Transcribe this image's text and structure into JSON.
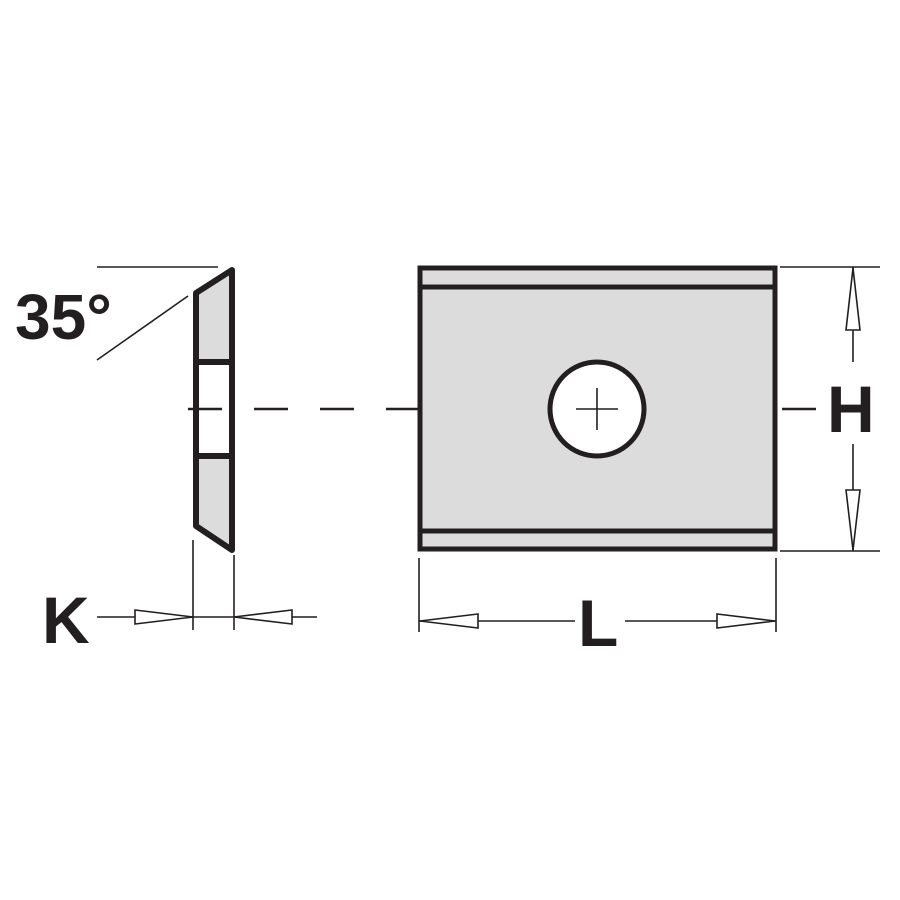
{
  "labels": {
    "angle": "35°",
    "height": "H",
    "length": "L",
    "thickness": "K"
  },
  "colors": {
    "line": "#231f20",
    "fill": "#dcdcdd",
    "background": "#ffffff"
  }
}
